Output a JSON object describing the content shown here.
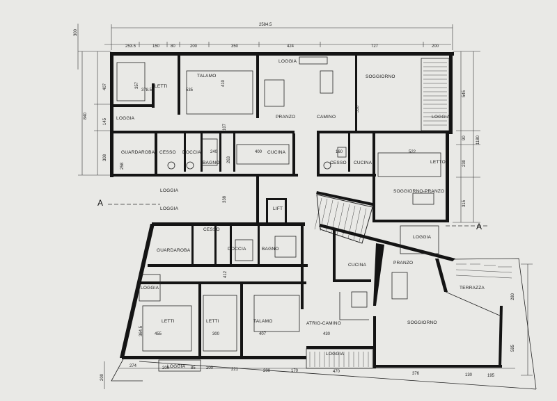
{
  "rooms": {
    "letti_top": "LETTI",
    "talamo_top": "TALAMO",
    "loggia_top": "LOGGIA",
    "soggiorno_top": "SOGGIORNO",
    "pranzo_top": "PRANZO",
    "camino_top": "CAMINO",
    "loggia_left": "LOGGIA",
    "guardaroba_top": "GUARDAROBA",
    "cesso_top": "CESSO",
    "doccia_top": "DOCCIA",
    "bagno_top": "BAGNO",
    "cucina_top_mid": "CUCINA",
    "cesso_right": "CESSO",
    "cucina_right": "CUCINA",
    "letto_right": "LETTO",
    "loggia_right_upper": "LOGGIA",
    "soggiorno_pranzo_right": "SOGGIORNO-PRANZO",
    "loggia_mid_a": "LOGGIA",
    "loggia_mid_b": "LOGGIA",
    "lift": "LIFT",
    "loggia_right_mid": "LOGGIA",
    "guardaroba_bottom": "GUARDAROBA",
    "cesso_bottom": "CESSO",
    "doccia_bottom": "DOCCIA",
    "bagno_bottom": "BAGNO",
    "cucina_bottom": "CUCINA",
    "pranzo_bottom": "PRANZO",
    "terrazza": "TERRAZZA",
    "loggia_bottom_left": "LOGGIA",
    "letti_bottom_a": "LETTI",
    "letti_bottom_b": "LETTI",
    "talamo_bottom": "TALAMO",
    "atrio_camino": "ATRIO-CAMINO",
    "soggiorno_bottom": "SOGGIORNO",
    "loggia_bottom_a": "LOGGIA",
    "loggia_bottom_b": "LOGGIA"
  },
  "section_marks": {
    "left": "A",
    "right": "A"
  },
  "dimensions": {
    "overall": "2584.5",
    "top_chain": [
      "253.5",
      "150",
      "80",
      "200",
      "350",
      "424",
      "727",
      "200"
    ],
    "left_scale": "300",
    "left_chain": [
      "407",
      "145",
      "308"
    ],
    "left_total": "840",
    "right_chain": [
      "545",
      "90",
      "230",
      "315"
    ],
    "right_total": "1180",
    "room_letti_a": "357",
    "room_letti_b": "378.5",
    "room_talamo_a": "410",
    "room_talamo_b": "535",
    "room_pranzo": "530",
    "room_guard": "258",
    "room_bagno": "240",
    "room_bagno_h": "263",
    "room_depth": "107",
    "room_cucina": "400",
    "room_cucina_r": "160",
    "room_letto": "522",
    "stair_dim": "338",
    "bottom_left_h": "364.5",
    "bottom_letti_a": "455",
    "bottom_letti_b": "300",
    "bottom_talamo": "407",
    "bottom_atrio": "430",
    "bottom_mid": "412",
    "bottom_chain": [
      "274",
      "200",
      "85",
      "200",
      "221",
      "200",
      "170",
      "470",
      "376",
      "130",
      "195"
    ],
    "bottom_left_scale": "200",
    "right_low_a": "595",
    "right_low_b": "280"
  }
}
